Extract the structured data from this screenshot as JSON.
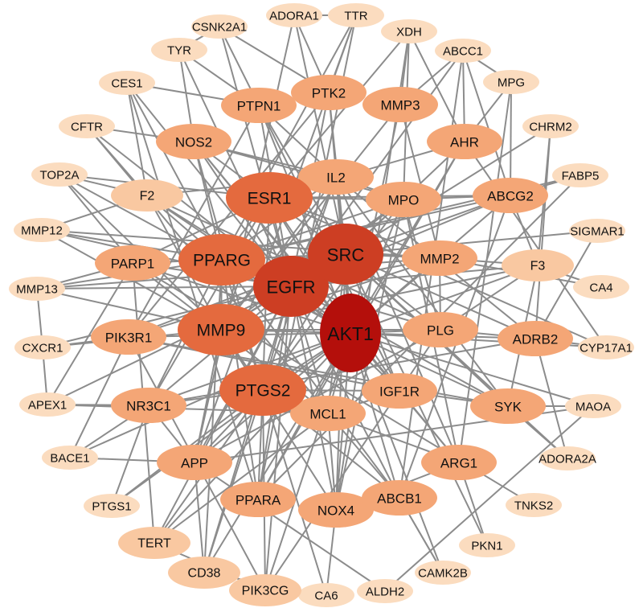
{
  "nodes": [
    {
      "id": "AKT1",
      "tier": 5
    },
    {
      "id": "EGFR",
      "tier": 4
    },
    {
      "id": "SRC",
      "tier": 4
    },
    {
      "id": "PPARG",
      "tier": 3
    },
    {
      "id": "MMP9",
      "tier": 3
    },
    {
      "id": "PTGS2",
      "tier": 3
    },
    {
      "id": "ESR1",
      "tier": 3
    },
    {
      "id": "IL2",
      "tier": 2
    },
    {
      "id": "MPO",
      "tier": 2
    },
    {
      "id": "MMP2",
      "tier": 2
    },
    {
      "id": "PLG",
      "tier": 2
    },
    {
      "id": "IGF1R",
      "tier": 2
    },
    {
      "id": "MCL1",
      "tier": 2
    },
    {
      "id": "PARP1",
      "tier": 2
    },
    {
      "id": "PIK3R1",
      "tier": 2
    },
    {
      "id": "NR3C1",
      "tier": 2
    },
    {
      "id": "APP",
      "tier": 2
    },
    {
      "id": "PPARA",
      "tier": 2
    },
    {
      "id": "NOX4",
      "tier": 2
    },
    {
      "id": "ABCB1",
      "tier": 2
    },
    {
      "id": "ARG1",
      "tier": 2
    },
    {
      "id": "SYK",
      "tier": 2
    },
    {
      "id": "ADRB2",
      "tier": 2
    },
    {
      "id": "F3",
      "tier": 1
    },
    {
      "id": "ABCG2",
      "tier": 2
    },
    {
      "id": "AHR",
      "tier": 2
    },
    {
      "id": "MMP3",
      "tier": 2
    },
    {
      "id": "PTK2",
      "tier": 2
    },
    {
      "id": "PTPN1",
      "tier": 2
    },
    {
      "id": "NOS2",
      "tier": 2
    },
    {
      "id": "F2",
      "tier": 1
    },
    {
      "id": "TERT",
      "tier": 1
    },
    {
      "id": "CD38",
      "tier": 1
    },
    {
      "id": "PIK3CG",
      "tier": 1
    },
    {
      "id": "CA6",
      "tier": 0
    },
    {
      "id": "ALDH2",
      "tier": 0
    },
    {
      "id": "CAMK2B",
      "tier": 0
    },
    {
      "id": "PKN1",
      "tier": 0
    },
    {
      "id": "TNKS2",
      "tier": 0
    },
    {
      "id": "ADORA2A",
      "tier": 0
    },
    {
      "id": "MAOA",
      "tier": 0
    },
    {
      "id": "CYP17A1",
      "tier": 0
    },
    {
      "id": "CA4",
      "tier": 0
    },
    {
      "id": "SIGMAR1",
      "tier": 0
    },
    {
      "id": "FABP5",
      "tier": 0
    },
    {
      "id": "CHRM2",
      "tier": 0
    },
    {
      "id": "MPG",
      "tier": 0
    },
    {
      "id": "ABCC1",
      "tier": 0
    },
    {
      "id": "XDH",
      "tier": 0
    },
    {
      "id": "TTR",
      "tier": 0
    },
    {
      "id": "ADORA1",
      "tier": 0
    },
    {
      "id": "CSNK2A1",
      "tier": 0
    },
    {
      "id": "TYR",
      "tier": 0
    },
    {
      "id": "CES1",
      "tier": 0
    },
    {
      "id": "CFTR",
      "tier": 0
    },
    {
      "id": "TOP2A",
      "tier": 0
    },
    {
      "id": "MMP12",
      "tier": 0
    },
    {
      "id": "MMP13",
      "tier": 0
    },
    {
      "id": "CXCR1",
      "tier": 0
    },
    {
      "id": "APEX1",
      "tier": 0
    },
    {
      "id": "BACE1",
      "tier": 0
    },
    {
      "id": "PTGS1",
      "tier": 0
    }
  ],
  "edges": [
    [
      "AKT1",
      "EGFR"
    ],
    [
      "AKT1",
      "SRC"
    ],
    [
      "AKT1",
      "PPARG"
    ],
    [
      "AKT1",
      "MMP9"
    ],
    [
      "AKT1",
      "PTGS2"
    ],
    [
      "AKT1",
      "ESR1"
    ],
    [
      "AKT1",
      "IL2"
    ],
    [
      "AKT1",
      "MPO"
    ],
    [
      "AKT1",
      "MMP2"
    ],
    [
      "AKT1",
      "PLG"
    ],
    [
      "AKT1",
      "IGF1R"
    ],
    [
      "AKT1",
      "MCL1"
    ],
    [
      "AKT1",
      "PARP1"
    ],
    [
      "AKT1",
      "PIK3R1"
    ],
    [
      "AKT1",
      "NR3C1"
    ],
    [
      "AKT1",
      "APP"
    ],
    [
      "AKT1",
      "PPARA"
    ],
    [
      "AKT1",
      "NOX4"
    ],
    [
      "AKT1",
      "ABCB1"
    ],
    [
      "AKT1",
      "ARG1"
    ],
    [
      "AKT1",
      "SYK"
    ],
    [
      "AKT1",
      "ADRB2"
    ],
    [
      "AKT1",
      "F3"
    ],
    [
      "AKT1",
      "ABCG2"
    ],
    [
      "AKT1",
      "AHR"
    ],
    [
      "AKT1",
      "MMP3"
    ],
    [
      "AKT1",
      "PTK2"
    ],
    [
      "AKT1",
      "PTPN1"
    ],
    [
      "AKT1",
      "NOS2"
    ],
    [
      "AKT1",
      "F2"
    ],
    [
      "AKT1",
      "TERT"
    ],
    [
      "AKT1",
      "CD38"
    ],
    [
      "AKT1",
      "PIK3CG"
    ],
    [
      "AKT1",
      "CYP17A1"
    ],
    [
      "AKT1",
      "TOP2A"
    ],
    [
      "AKT1",
      "CFTR"
    ],
    [
      "AKT1",
      "PTGS1"
    ],
    [
      "AKT1",
      "BACE1"
    ],
    [
      "AKT1",
      "CAMK2B"
    ],
    [
      "AKT1",
      "MAOA"
    ],
    [
      "EGFR",
      "SRC"
    ],
    [
      "EGFR",
      "PPARG"
    ],
    [
      "EGFR",
      "MMP9"
    ],
    [
      "EGFR",
      "PTGS2"
    ],
    [
      "EGFR",
      "ESR1"
    ],
    [
      "EGFR",
      "IL2"
    ],
    [
      "EGFR",
      "MPO"
    ],
    [
      "EGFR",
      "MMP2"
    ],
    [
      "EGFR",
      "PLG"
    ],
    [
      "EGFR",
      "IGF1R"
    ],
    [
      "EGFR",
      "MCL1"
    ],
    [
      "EGFR",
      "PARP1"
    ],
    [
      "EGFR",
      "PIK3R1"
    ],
    [
      "EGFR",
      "NR3C1"
    ],
    [
      "EGFR",
      "APP"
    ],
    [
      "EGFR",
      "PPARA"
    ],
    [
      "EGFR",
      "NOX4"
    ],
    [
      "EGFR",
      "ABCB1"
    ],
    [
      "EGFR",
      "SYK"
    ],
    [
      "EGFR",
      "F3"
    ],
    [
      "EGFR",
      "ABCG2"
    ],
    [
      "EGFR",
      "PTK2"
    ],
    [
      "EGFR",
      "PTPN1"
    ],
    [
      "EGFR",
      "NOS2"
    ],
    [
      "EGFR",
      "F2"
    ],
    [
      "EGFR",
      "TERT"
    ],
    [
      "EGFR",
      "CD38"
    ],
    [
      "EGFR",
      "PIK3CG"
    ],
    [
      "EGFR",
      "CSNK2A1"
    ],
    [
      "EGFR",
      "TYR"
    ],
    [
      "EGFR",
      "CES1"
    ],
    [
      "EGFR",
      "MMP12"
    ],
    [
      "EGFR",
      "CXCR1"
    ],
    [
      "EGFR",
      "ABCC1"
    ],
    [
      "EGFR",
      "MMP13"
    ],
    [
      "EGFR",
      "APEX1"
    ],
    [
      "SRC",
      "PPARG"
    ],
    [
      "SRC",
      "MMP9"
    ],
    [
      "SRC",
      "PTGS2"
    ],
    [
      "SRC",
      "ESR1"
    ],
    [
      "SRC",
      "IL2"
    ],
    [
      "SRC",
      "MPO"
    ],
    [
      "SRC",
      "MMP2"
    ],
    [
      "SRC",
      "PLG"
    ],
    [
      "SRC",
      "IGF1R"
    ],
    [
      "SRC",
      "MCL1"
    ],
    [
      "SRC",
      "PIK3R1"
    ],
    [
      "SRC",
      "NOX4"
    ],
    [
      "SRC",
      "SYK"
    ],
    [
      "SRC",
      "ADRB2"
    ],
    [
      "SRC",
      "PTK2"
    ],
    [
      "SRC",
      "PTPN1"
    ],
    [
      "SRC",
      "AHR"
    ],
    [
      "SRC",
      "ADORA1"
    ],
    [
      "SRC",
      "CHRM2"
    ],
    [
      "SRC",
      "SIGMAR1"
    ],
    [
      "SRC",
      "ADORA2A"
    ],
    [
      "SRC",
      "PKN1"
    ],
    [
      "SRC",
      "ABCG2"
    ],
    [
      "PPARG",
      "MMP9"
    ],
    [
      "PPARG",
      "PTGS2"
    ],
    [
      "PPARG",
      "ESR1"
    ],
    [
      "PPARG",
      "IL2"
    ],
    [
      "PPARG",
      "MPO"
    ],
    [
      "PPARG",
      "PARP1"
    ],
    [
      "PPARG",
      "NR3C1"
    ],
    [
      "PPARG",
      "PPARA"
    ],
    [
      "PPARG",
      "ABCB1"
    ],
    [
      "PPARG",
      "ABCG2"
    ],
    [
      "PPARG",
      "NOS2"
    ],
    [
      "PPARG",
      "F2"
    ],
    [
      "PPARG",
      "CD38"
    ],
    [
      "PPARG",
      "MMP13"
    ],
    [
      "PPARG",
      "MMP12"
    ],
    [
      "PPARG",
      "FABP5"
    ],
    [
      "PPARG",
      "CES1"
    ],
    [
      "PPARG",
      "TTR"
    ],
    [
      "MMP9",
      "PTGS2"
    ],
    [
      "MMP9",
      "ESR1"
    ],
    [
      "MMP9",
      "IL2"
    ],
    [
      "MMP9",
      "MPO"
    ],
    [
      "MMP9",
      "MMP2"
    ],
    [
      "MMP9",
      "PLG"
    ],
    [
      "MMP9",
      "MMP3"
    ],
    [
      "MMP9",
      "F3"
    ],
    [
      "MMP9",
      "APP"
    ],
    [
      "MMP9",
      "NOX4"
    ],
    [
      "MMP9",
      "MMP13"
    ],
    [
      "MMP9",
      "MMP12"
    ],
    [
      "MMP9",
      "CXCR1"
    ],
    [
      "MMP9",
      "F2"
    ],
    [
      "MMP9",
      "TOP2A"
    ],
    [
      "PTGS2",
      "ESR1"
    ],
    [
      "PTGS2",
      "IL2"
    ],
    [
      "PTGS2",
      "MPO"
    ],
    [
      "PTGS2",
      "NOS2"
    ],
    [
      "PTGS2",
      "PTGS1"
    ],
    [
      "PTGS2",
      "NR3C1"
    ],
    [
      "PTGS2",
      "PPARA"
    ],
    [
      "PTGS2",
      "ARG1"
    ],
    [
      "PTGS2",
      "APP"
    ],
    [
      "PTGS2",
      "TERT"
    ],
    [
      "PTGS2",
      "CD38"
    ],
    [
      "PTGS2",
      "PIK3CG"
    ],
    [
      "PTGS2",
      "CA6"
    ],
    [
      "PTGS2",
      "ABCB1"
    ],
    [
      "PTGS2",
      "IGF1R"
    ],
    [
      "PTGS2",
      "MCL1"
    ],
    [
      "ESR1",
      "IL2"
    ],
    [
      "ESR1",
      "MPO"
    ],
    [
      "ESR1",
      "NR3C1"
    ],
    [
      "ESR1",
      "AHR"
    ],
    [
      "ESR1",
      "IGF1R"
    ],
    [
      "ESR1",
      "PARP1"
    ],
    [
      "ESR1",
      "TOP2A"
    ],
    [
      "ESR1",
      "CYP17A1"
    ],
    [
      "ESR1",
      "NOS2"
    ],
    [
      "ESR1",
      "MMP2"
    ],
    [
      "ESR1",
      "ABCG2"
    ],
    [
      "ESR1",
      "XDH"
    ],
    [
      "IL2",
      "MPO"
    ],
    [
      "IL2",
      "SYK"
    ],
    [
      "IL2",
      "PTPN1"
    ],
    [
      "IL2",
      "F2"
    ],
    [
      "IL2",
      "ARG1"
    ],
    [
      "IL2",
      "NOS2"
    ],
    [
      "IL2",
      "ADRB2"
    ],
    [
      "MPO",
      "ARG1"
    ],
    [
      "MPO",
      "NOX4"
    ],
    [
      "MPO",
      "XDH"
    ],
    [
      "MPO",
      "ABCG2"
    ],
    [
      "MPO",
      "NOS2"
    ],
    [
      "MPO",
      "PLG"
    ],
    [
      "MMP2",
      "MMP3"
    ],
    [
      "MMP2",
      "F3"
    ],
    [
      "MMP2",
      "PLG"
    ],
    [
      "MMP2",
      "MMP13"
    ],
    [
      "MMP2",
      "MMP12"
    ],
    [
      "MMP2",
      "CA4"
    ],
    [
      "PLG",
      "F2"
    ],
    [
      "PLG",
      "F3"
    ],
    [
      "PLG",
      "ADRB2"
    ],
    [
      "PLG",
      "APP"
    ],
    [
      "PLG",
      "IGF1R"
    ],
    [
      "IGF1R",
      "PIK3R1"
    ],
    [
      "IGF1R",
      "SYK"
    ],
    [
      "IGF1R",
      "MCL1"
    ],
    [
      "IGF1R",
      "PTPN1"
    ],
    [
      "IGF1R",
      "PIK3CG"
    ],
    [
      "MCL1",
      "PARP1"
    ],
    [
      "MCL1",
      "APEX1"
    ],
    [
      "MCL1",
      "NOX4"
    ],
    [
      "MCL1",
      "TERT"
    ],
    [
      "PARP1",
      "TOP2A"
    ],
    [
      "PARP1",
      "TNKS2"
    ],
    [
      "PARP1",
      "APEX1"
    ],
    [
      "PARP1",
      "MMP13"
    ],
    [
      "PARP1",
      "TERT"
    ],
    [
      "PIK3R1",
      "PIK3CG"
    ],
    [
      "PIK3R1",
      "SYK"
    ],
    [
      "PIK3R1",
      "PTK2"
    ],
    [
      "PIK3R1",
      "CXCR1"
    ],
    [
      "PIK3R1",
      "PTPN1"
    ],
    [
      "PIK3R1",
      "BACE1"
    ],
    [
      "NR3C1",
      "APP"
    ],
    [
      "NR3C1",
      "BACE1"
    ],
    [
      "NR3C1",
      "ADRB2"
    ],
    [
      "NR3C1",
      "PTGS1"
    ],
    [
      "NR3C1",
      "APEX1"
    ],
    [
      "APP",
      "BACE1"
    ],
    [
      "APP",
      "CD38"
    ],
    [
      "APP",
      "TTR"
    ],
    [
      "APP",
      "ADORA1"
    ],
    [
      "APP",
      "MAOA"
    ],
    [
      "APP",
      "ALDH2"
    ],
    [
      "PPARA",
      "AHR"
    ],
    [
      "PPARA",
      "FABP5"
    ],
    [
      "PPARA",
      "CES1"
    ],
    [
      "PPARA",
      "TTR"
    ],
    [
      "NOX4",
      "XDH"
    ],
    [
      "NOX4",
      "CA6"
    ],
    [
      "NOX4",
      "ARG1"
    ],
    [
      "ABCB1",
      "ABCG2"
    ],
    [
      "ABCB1",
      "ABCC1"
    ],
    [
      "ABCB1",
      "CAMK2B"
    ],
    [
      "ABCB1",
      "CFTR"
    ],
    [
      "ARG1",
      "MPG"
    ],
    [
      "ARG1",
      "PKN1"
    ],
    [
      "SYK",
      "ADORA2A"
    ],
    [
      "SYK",
      "MAOA"
    ],
    [
      "SYK",
      "F3"
    ],
    [
      "ADRB2",
      "ADORA2A"
    ],
    [
      "ADRB2",
      "CHRM2"
    ],
    [
      "ADRB2",
      "SIGMAR1"
    ],
    [
      "ADRB2",
      "CYP17A1"
    ],
    [
      "F3",
      "CA4"
    ],
    [
      "F3",
      "ABCG2"
    ],
    [
      "F3",
      "CHRM2"
    ],
    [
      "ABCG2",
      "ABCC1"
    ],
    [
      "ABCG2",
      "MPG"
    ],
    [
      "ABCG2",
      "FABP5"
    ],
    [
      "AHR",
      "MPG"
    ],
    [
      "AHR",
      "ABCC1"
    ],
    [
      "AHR",
      "CYP17A1"
    ],
    [
      "AHR",
      "XDH"
    ],
    [
      "MMP3",
      "XDH"
    ],
    [
      "MMP3",
      "ABCC1"
    ],
    [
      "PTK2",
      "CSNK2A1"
    ],
    [
      "PTK2",
      "TTR"
    ],
    [
      "PTK2",
      "ADORA1"
    ],
    [
      "PTPN1",
      "CSNK2A1"
    ],
    [
      "PTPN1",
      "TYR"
    ],
    [
      "PTPN1",
      "CES1"
    ],
    [
      "NOS2",
      "CFTR"
    ],
    [
      "NOS2",
      "ARG1"
    ],
    [
      "NOS2",
      "TYR"
    ],
    [
      "F2",
      "TOP2A"
    ],
    [
      "F2",
      "CFTR"
    ],
    [
      "F2",
      "MMP12"
    ],
    [
      "F2",
      "CES1"
    ],
    [
      "TERT",
      "PIK3CG"
    ],
    [
      "CD38",
      "CA6"
    ],
    [
      "PIK3CG",
      "CA6"
    ],
    [
      "ALDH2",
      "MAOA"
    ],
    [
      "CAMK2B",
      "ABCB1"
    ],
    [
      "MMP13",
      "CXCR1"
    ],
    [
      "CXCR1",
      "APEX1"
    ],
    [
      "CSNK2A1",
      "TYR"
    ],
    [
      "TTR",
      "ADORA1"
    ],
    [
      "ABCC1",
      "MPG"
    ]
  ],
  "tier_colors": [
    "#fbdcbf",
    "#f9c8a1",
    "#f4a676",
    "#e46a3e",
    "#cd3e23",
    "#b40f0b"
  ],
  "tier_sizes": [
    [
      35,
      15
    ],
    [
      45,
      20
    ],
    [
      47,
      22
    ],
    [
      54,
      32
    ],
    [
      47,
      38
    ],
    [
      38,
      49
    ]
  ]
}
